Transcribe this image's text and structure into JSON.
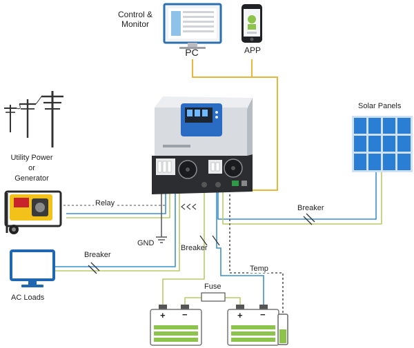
{
  "labels": {
    "control_monitor_line1": "Control &",
    "control_monitor_line2": "Monitor",
    "pc": "PC",
    "app": "APP",
    "solar_panels": "Solar Panels",
    "utility_line1": "Utility Power",
    "utility_line2": "or",
    "utility_line3": "Generator",
    "relay": "Relay",
    "breaker_right": "Breaker",
    "breaker_left": "Breaker",
    "breaker_center": "Breaker",
    "gnd": "GND",
    "ac_loads": "AC Loads",
    "fuse": "Fuse",
    "temp": "Temp",
    "battery_plus": "+",
    "battery_minus": "−"
  },
  "colors": {
    "signal_line": "#e8b83a",
    "ac_line_green": "#b8cc6a",
    "ac_line_blue": "#3a8fd0",
    "battery_green": "#8cc34a",
    "inverter_body": "#d8dbe0",
    "inverter_dark": "#2b2d31",
    "panel_blue": "#2a7fd4"
  }
}
